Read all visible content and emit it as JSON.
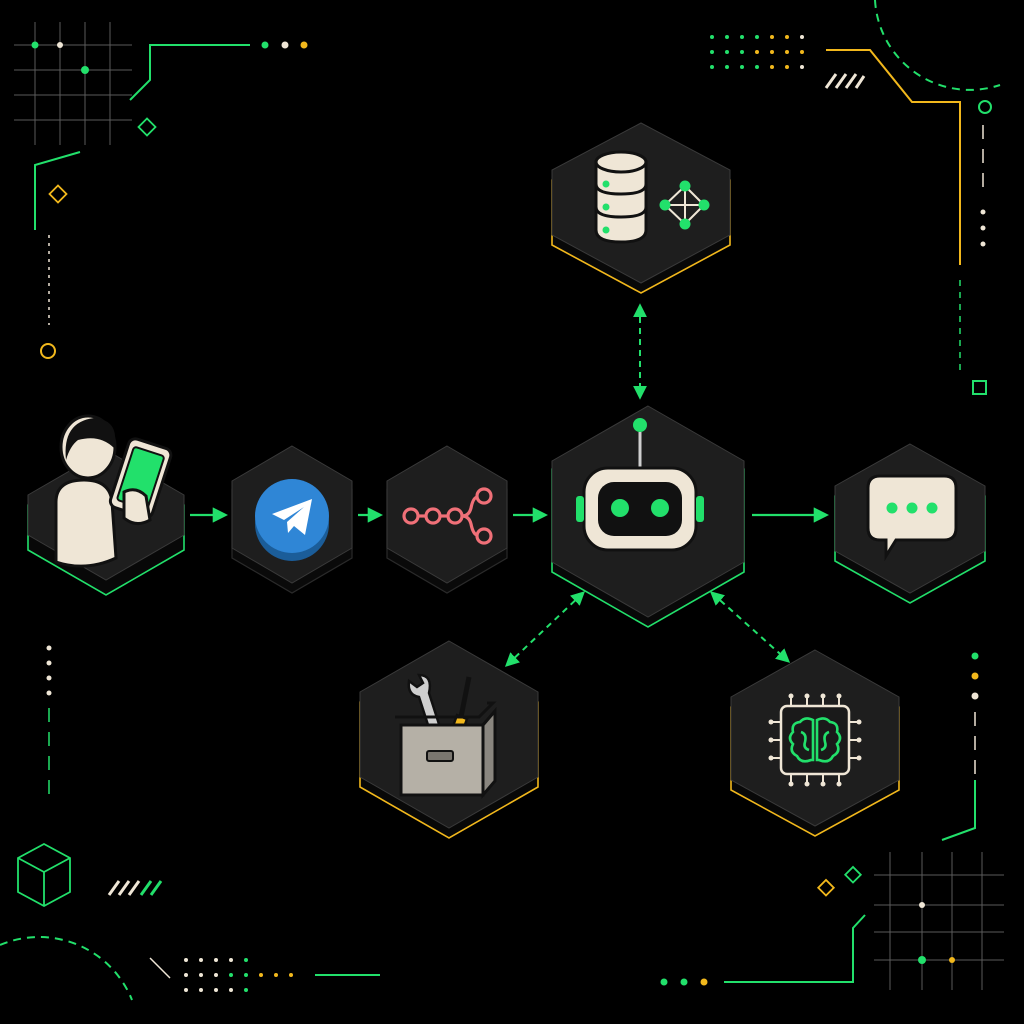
{
  "colors": {
    "background": "#000000",
    "accent_green": "#22e06b",
    "accent_yellow": "#f2b81c",
    "cream": "#efe6d6",
    "tile_face": "#1e1e1e",
    "tile_side": "#0e0e0e",
    "telegram_blue": "#2f86d6",
    "flow_pink": "#f07078"
  },
  "nodes": [
    {
      "id": "user",
      "icon": "user-with-phone-icon",
      "role": "source"
    },
    {
      "id": "telegram",
      "icon": "telegram-icon",
      "role": "channel"
    },
    {
      "id": "workflow",
      "icon": "workflow-nodes-icon",
      "role": "router"
    },
    {
      "id": "ai-agent",
      "icon": "robot-icon",
      "role": "agent"
    },
    {
      "id": "chat-reply",
      "icon": "chat-bubble-icon",
      "role": "output"
    },
    {
      "id": "database",
      "icon": "database-network-icon",
      "role": "memory"
    },
    {
      "id": "tools",
      "icon": "toolbox-icon",
      "role": "tools"
    },
    {
      "id": "llm",
      "icon": "brain-chip-icon",
      "role": "model"
    }
  ],
  "connections": [
    {
      "from": "user",
      "to": "telegram",
      "style": "solid",
      "direction": "forward"
    },
    {
      "from": "telegram",
      "to": "workflow",
      "style": "solid",
      "direction": "forward"
    },
    {
      "from": "workflow",
      "to": "ai-agent",
      "style": "solid",
      "direction": "forward"
    },
    {
      "from": "ai-agent",
      "to": "chat-reply",
      "style": "solid",
      "direction": "forward"
    },
    {
      "from": "ai-agent",
      "to": "database",
      "style": "dashed",
      "direction": "both"
    },
    {
      "from": "ai-agent",
      "to": "tools",
      "style": "dashed",
      "direction": "both"
    },
    {
      "from": "ai-agent",
      "to": "llm",
      "style": "dashed",
      "direction": "both"
    }
  ]
}
